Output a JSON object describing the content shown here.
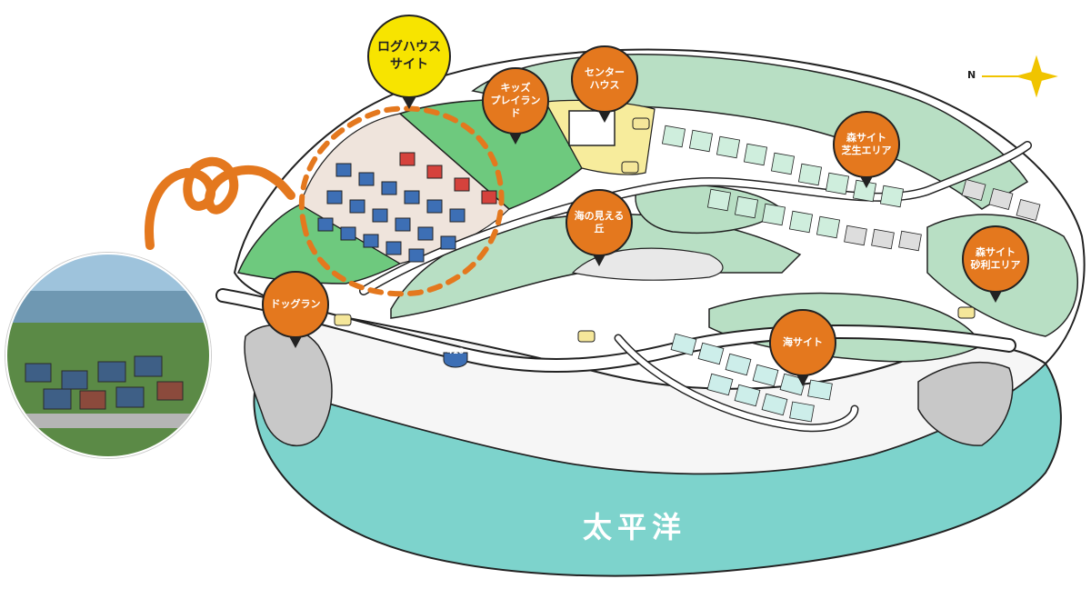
{
  "map": {
    "colors": {
      "accent_orange": "#e4781e",
      "label_yellow": "#f7e400",
      "ocean": "#7dd3cc",
      "forest": "#b8dfc4",
      "meadow": "#6ec97e",
      "center_yellow": "#f7ec9c"
    },
    "labels": {
      "log_house_site": "ログハウス\nサイト",
      "kids_playland": "キッズ\nプレイランド",
      "center_house": "センター\nハウス",
      "forest_site_lawn": "森サイト\n芝生エリア",
      "sea_view_hill": "海の見える\n丘",
      "forest_site_gravel": "森サイト\n砂利エリア",
      "dog_run": "ドッグラン",
      "sea_site": "海サイト",
      "pacific_ocean": "太平洋",
      "route_number": "410",
      "compass_north": "N"
    }
  }
}
